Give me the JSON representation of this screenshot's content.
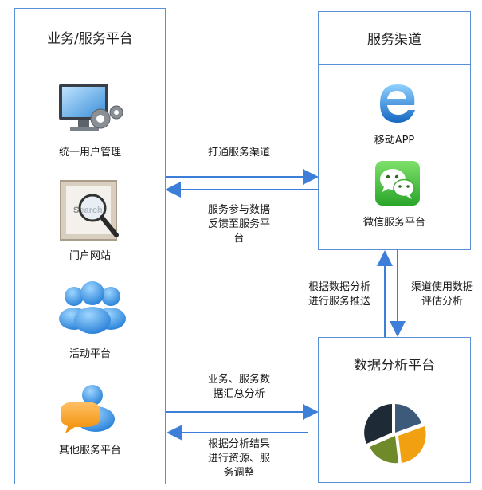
{
  "left_panel": {
    "title": "业务/服务平台",
    "items": [
      {
        "label": "统一用户管理",
        "icon": "computer-settings-icon"
      },
      {
        "label": "门户网站",
        "icon": "search-magnifier-icon"
      },
      {
        "label": "活动平台",
        "icon": "user-group-icon"
      },
      {
        "label": "其他服务平台",
        "icon": "user-chat-icon"
      }
    ]
  },
  "channel_panel": {
    "title": "服务渠道",
    "items": [
      {
        "label": "移动APP",
        "icon": "ie-browser-icon"
      },
      {
        "label": "微信服务平台",
        "icon": "wechat-icon"
      }
    ]
  },
  "analytics_panel": {
    "title": "数据分析平台",
    "icon": "pie-chart-icon"
  },
  "arrows": {
    "open_channel": "打通服务渠道",
    "feedback": [
      "服务参与数据",
      "反馈至服务平",
      "台"
    ],
    "push": [
      "根据数据分析",
      "进行服务推送"
    ],
    "evaluate": [
      "渠道使用数据",
      "评估分析"
    ],
    "aggregate": [
      "业务、服务数",
      "据汇总分析"
    ],
    "adjust": [
      "根据分析结果",
      "进行资源、服",
      "务调整"
    ]
  },
  "colors": {
    "border": "#5b8fd6",
    "arrow": "#3d7fd8"
  }
}
